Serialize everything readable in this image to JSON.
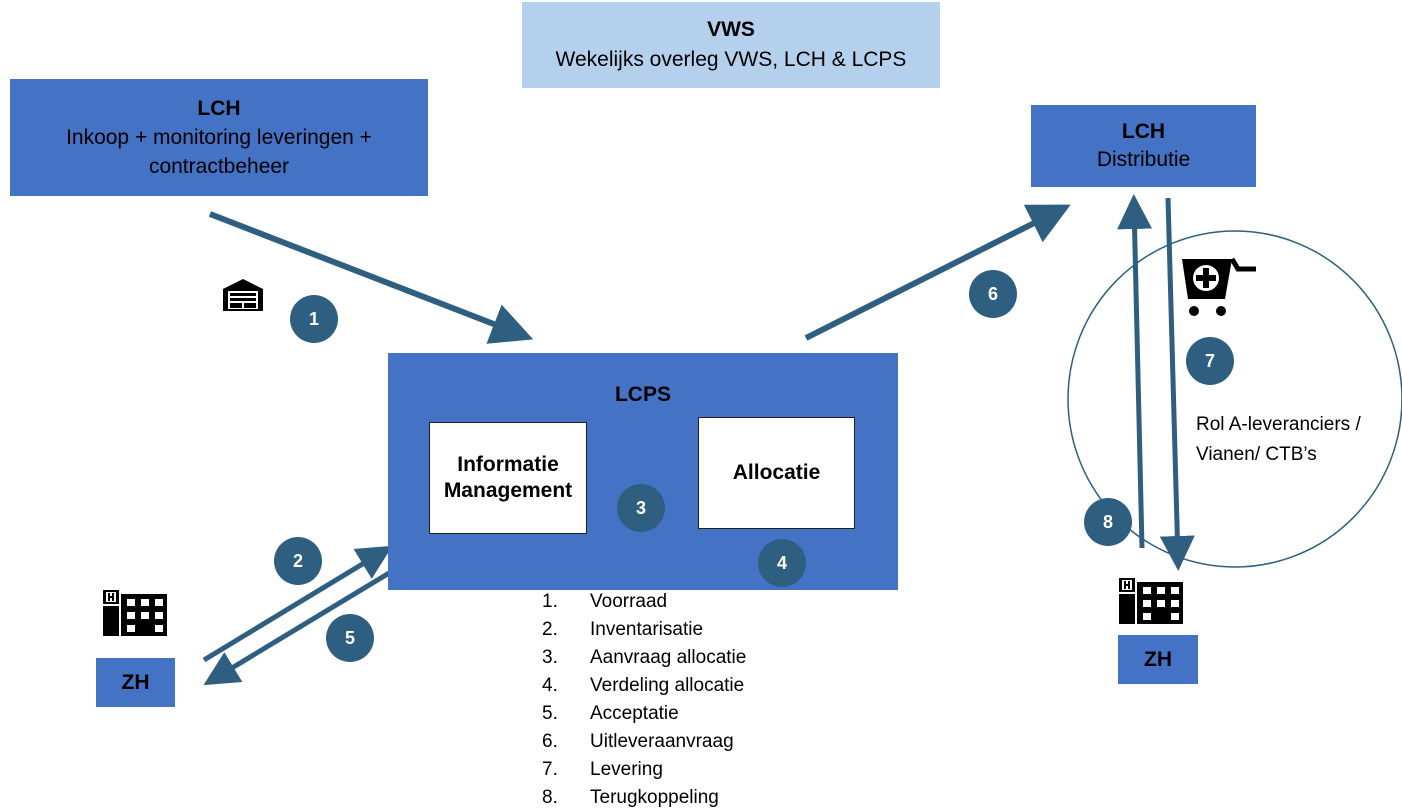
{
  "vws": {
    "title": "VWS",
    "subtitle": "Wekelijks overleg VWS, LCH & LCPS"
  },
  "lch_inkoop": {
    "title": "LCH",
    "line1": "Inkoop + monitoring leveringen +",
    "line2": "contractbeheer"
  },
  "lch_dist": {
    "title": "LCH",
    "subtitle": "Distributie"
  },
  "lcps": {
    "title": "LCPS",
    "info_line1": "Informatie",
    "info_line2": "Management",
    "allocatie": "Allocatie"
  },
  "zh_left": "ZH",
  "zh_right": "ZH",
  "role_line1": "Rol A-leveranciers /",
  "role_line2": "Vianen/ CTB’s",
  "badges": [
    "1",
    "2",
    "3",
    "4",
    "5",
    "6",
    "7",
    "8"
  ],
  "legend": [
    {
      "num": "1.",
      "label": "Voorraad"
    },
    {
      "num": "2.",
      "label": "Inventarisatie"
    },
    {
      "num": "3.",
      "label": "Aanvraag allocatie"
    },
    {
      "num": "4.",
      "label": "Verdeling allocatie"
    },
    {
      "num": "5.",
      "label": "Acceptatie"
    },
    {
      "num": "6.",
      "label": "Uitleveraanvraag"
    },
    {
      "num": "7.",
      "label": "Levering"
    },
    {
      "num": "8.",
      "label": "Terugkoppeling"
    }
  ],
  "icons": [
    "warehouse-icon",
    "hospital-icon",
    "medical-cart-icon"
  ],
  "colors": {
    "box_blue": "#4472c4",
    "light_blue": "#b4d0ec",
    "arrow": "#2e5e80",
    "badge": "#2e5e80"
  }
}
